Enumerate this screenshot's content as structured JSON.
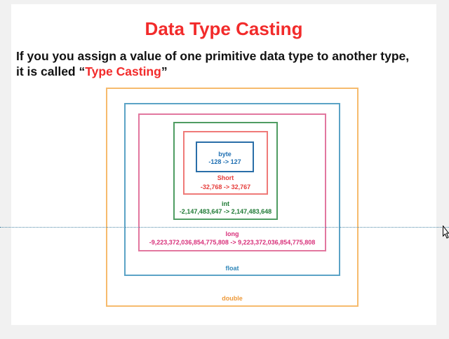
{
  "slide": {
    "title": "Data Type Casting",
    "subtitle_line1": "If you you assign a value of one primitive data type to another type,",
    "subtitle_line2_prefix": "it is called “",
    "subtitle_highlight": "Type Casting",
    "subtitle_line2_suffix": "”"
  },
  "diagram": {
    "double": {
      "name": "double"
    },
    "float": {
      "name": "float"
    },
    "long": {
      "name": "long",
      "range": "-9,223,372,036,854,775,808 -> 9,223,372,036,854,775,808"
    },
    "int": {
      "name": "int",
      "range": "-2,147,483,647 -> 2,147,483,648"
    },
    "short": {
      "name": "Short",
      "range": "-32,768 -> 32,767"
    },
    "byte": {
      "name": "byte",
      "range": "-128 -> 127"
    }
  },
  "colors": {
    "title": "#f22b2b",
    "double": "#f6bb6d",
    "float": "#5ba3c6",
    "long": "#e2779f",
    "int": "#4f9c62",
    "short": "#ef7a78",
    "byte": "#2a6ea8"
  }
}
